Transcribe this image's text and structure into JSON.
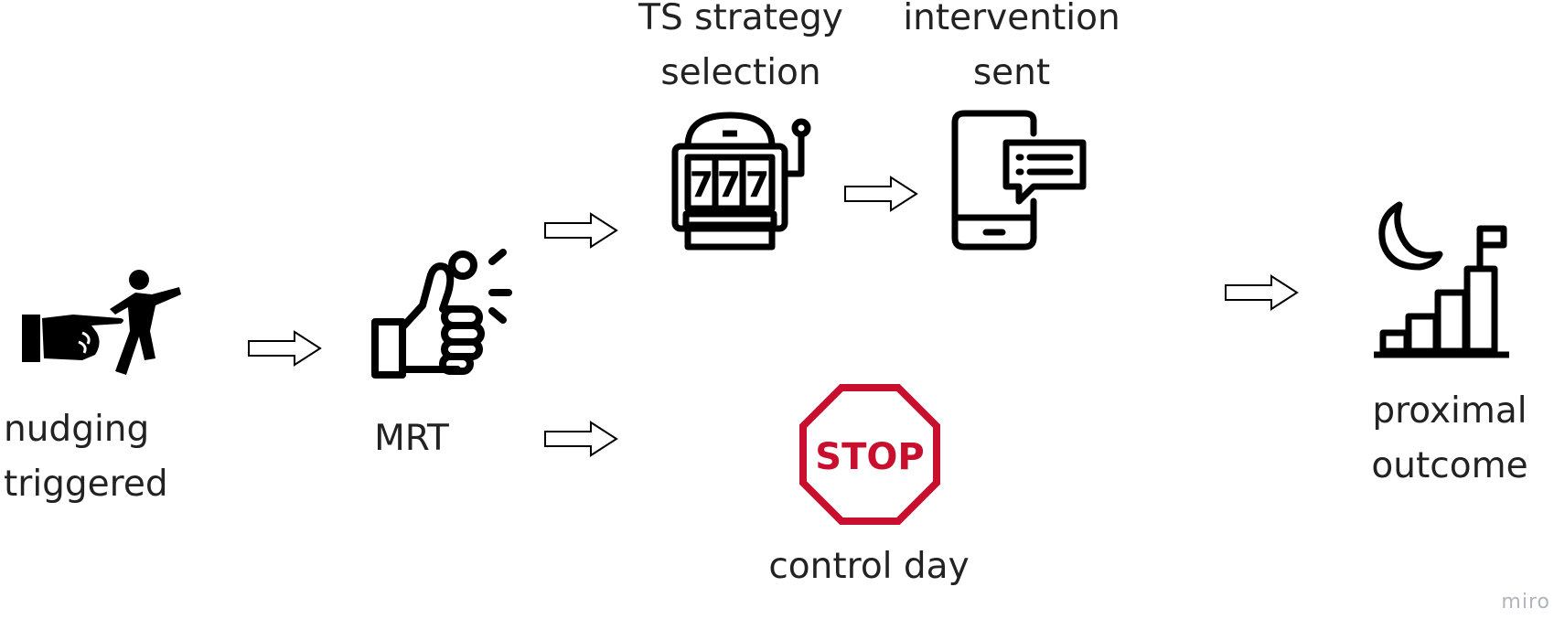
{
  "steps": {
    "nudging": {
      "line1": "nudging",
      "line2": "triggered",
      "icon": "pointing-hand-person-icon"
    },
    "mrt": {
      "label": "MRT",
      "icon": "thumbs-up-coin-flip-icon"
    },
    "ts": {
      "line1": "TS strategy",
      "line2": "selection",
      "icon": "slot-machine-icon"
    },
    "intervention": {
      "line1": "intervention",
      "line2": "sent",
      "icon": "phone-message-icon"
    },
    "control": {
      "label": "control day",
      "icon": "stop-sign-icon",
      "sign_text": "STOP"
    },
    "outcome": {
      "line1": "proximal",
      "line2": "outcome",
      "icon": "moon-stairs-flag-icon"
    }
  },
  "colors": {
    "stop_red": "#c8102e",
    "ink": "#000000",
    "text": "#222222",
    "watermark": "#b0b5bd"
  },
  "watermark": "miro"
}
